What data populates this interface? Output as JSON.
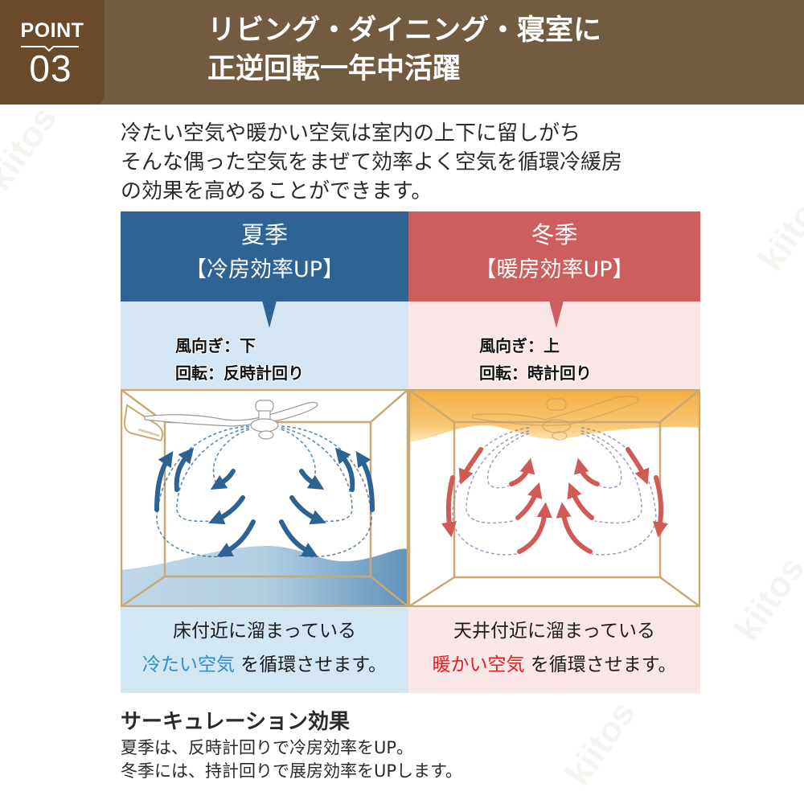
{
  "header": {
    "badge_label": "POINT",
    "badge_number": "03",
    "title_lines": [
      "リビング・ダイニング・寝室に",
      "正逆回転一年中活躍"
    ],
    "colors": {
      "bar": "#735b3f",
      "badge": "#6a4a29"
    }
  },
  "intro": {
    "lines": [
      "冷たい空気や暖かい空気は室内の上下に留しがち",
      "そんな偶った空気をまぜて効率よく空気を循環冷緩房",
      "の効果を高めることができます。"
    ]
  },
  "panels": {
    "summer": {
      "season": "夏季",
      "efficiency": "【冷房効率UP】",
      "wind_direction": "風向ぎ：下",
      "rotation": "回転：反時計回り",
      "caption_line1": "床付近に溜まっている",
      "caption_highlight": "冷たい空気",
      "caption_rest": "を循環させます。",
      "colors": {
        "header": "#2f6394",
        "light": "#d4e6f4",
        "arrow": "#2c6393",
        "highlight": "#2d8fd0",
        "pool": "#4f86b1"
      }
    },
    "winter": {
      "season": "冬季",
      "efficiency": "【暖房効率UP】",
      "wind_direction": "風向ぎ：上",
      "rotation": "回転：時計回り",
      "caption_line1": "天井付近に溜まっている",
      "caption_highlight": "暖かい空気",
      "caption_rest": "を循環させます。",
      "colors": {
        "header": "#cc5f5d",
        "light": "#fbe6e7",
        "arrow": "#d05a55",
        "highlight": "#e02020",
        "pool": "#f0a534"
      }
    }
  },
  "summary": {
    "heading": "サーキュレーション効果",
    "lines": [
      "夏季は、反時計回りで冷房効率をUP。",
      "冬季には、持計回りで展房効率をUPします。"
    ]
  },
  "watermark": "kiitos"
}
